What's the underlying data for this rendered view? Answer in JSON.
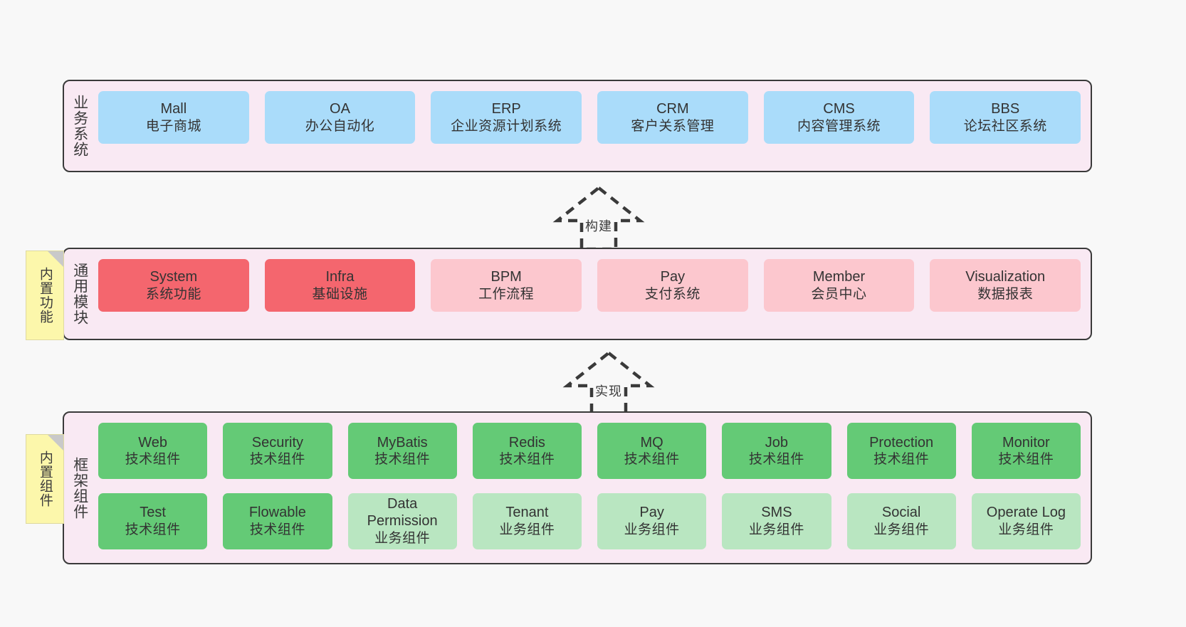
{
  "diagram": {
    "background_color": "#f8f8f8",
    "panel_fill": "#f9e9f3",
    "panel_border": "#3a3a3a"
  },
  "notes": [
    {
      "name": "builtin-features",
      "label": "内置功能",
      "color": "#fcf7ab"
    },
    {
      "name": "builtin-components",
      "label": "内置组件",
      "color": "#fcf7ab"
    }
  ],
  "connectors": [
    {
      "name": "build",
      "label": "构建",
      "style": "dashed-generalization",
      "direction": "up"
    },
    {
      "name": "implement",
      "label": "实现",
      "style": "dashed-generalization",
      "direction": "up"
    }
  ],
  "layers": {
    "business": {
      "title": "业务系统",
      "color": "#aadcfa",
      "items": [
        {
          "en": "Mall",
          "cn": "电子商城"
        },
        {
          "en": "OA",
          "cn": "办公自动化"
        },
        {
          "en": "ERP",
          "cn": "企业资源计划系统"
        },
        {
          "en": "CRM",
          "cn": "客户关系管理"
        },
        {
          "en": "CMS",
          "cn": "内容管理系统"
        },
        {
          "en": "BBS",
          "cn": "论坛社区系统"
        }
      ]
    },
    "common": {
      "title": "通用模块",
      "items": [
        {
          "en": "System",
          "cn": "系统功能",
          "color": "#f4666e"
        },
        {
          "en": "Infra",
          "cn": "基础设施",
          "color": "#f4666e"
        },
        {
          "en": "BPM",
          "cn": "工作流程",
          "color": "#fcc7ce"
        },
        {
          "en": "Pay",
          "cn": "支付系统",
          "color": "#fcc7ce"
        },
        {
          "en": "Member",
          "cn": "会员中心",
          "color": "#fcc7ce"
        },
        {
          "en": "Visualization",
          "cn": "数据报表",
          "color": "#fcc7ce"
        }
      ]
    },
    "framework": {
      "title": "框架组件",
      "row1": [
        {
          "en": "Web",
          "cn": "技术组件",
          "color": "#64ca76"
        },
        {
          "en": "Security",
          "cn": "技术组件",
          "color": "#64ca76"
        },
        {
          "en": "MyBatis",
          "cn": "技术组件",
          "color": "#64ca76"
        },
        {
          "en": "Redis",
          "cn": "技术组件",
          "color": "#64ca76"
        },
        {
          "en": "MQ",
          "cn": "技术组件",
          "color": "#64ca76"
        },
        {
          "en": "Job",
          "cn": "技术组件",
          "color": "#64ca76"
        },
        {
          "en": "Protection",
          "cn": "技术组件",
          "color": "#64ca76"
        },
        {
          "en": "Monitor",
          "cn": "技术组件",
          "color": "#64ca76"
        }
      ],
      "row2": [
        {
          "en": "Test",
          "cn": "技术组件",
          "color": "#64ca76"
        },
        {
          "en": "Flowable",
          "cn": "技术组件",
          "color": "#64ca76"
        },
        {
          "en": "Data Permission",
          "cn": "业务组件",
          "color": "#b9e6c1"
        },
        {
          "en": "Tenant",
          "cn": "业务组件",
          "color": "#b9e6c1"
        },
        {
          "en": "Pay",
          "cn": "业务组件",
          "color": "#b9e6c1"
        },
        {
          "en": "SMS",
          "cn": "业务组件",
          "color": "#b9e6c1"
        },
        {
          "en": "Social",
          "cn": "业务组件",
          "color": "#b9e6c1"
        },
        {
          "en": "Operate Log",
          "cn": "业务组件",
          "color": "#b9e6c1"
        }
      ]
    }
  }
}
